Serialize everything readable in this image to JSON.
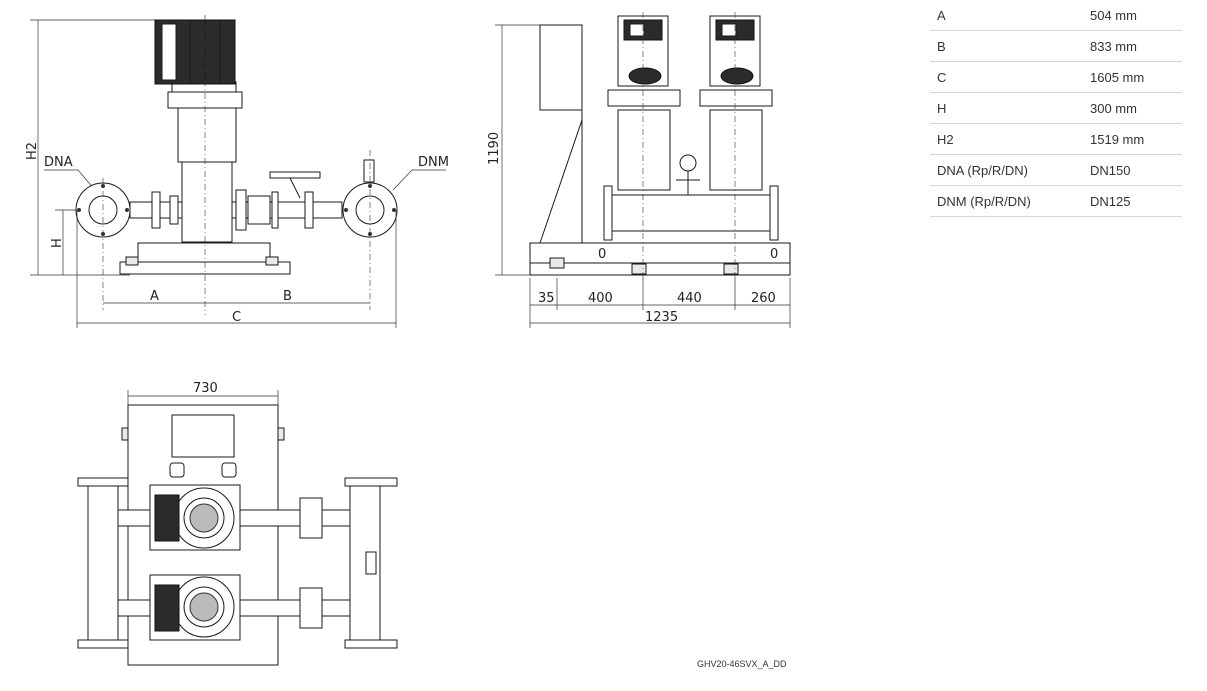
{
  "dimension_table": [
    {
      "label": "A",
      "value": "504 mm"
    },
    {
      "label": "B",
      "value": "833 mm"
    },
    {
      "label": "C",
      "value": "1605 mm"
    },
    {
      "label": "H",
      "value": "300 mm"
    },
    {
      "label": "H2",
      "value": "1519 mm"
    },
    {
      "label": "DNA (Rp/R/DN)",
      "value": "DN150"
    },
    {
      "label": "DNM (Rp/R/DN)",
      "value": "DN125"
    }
  ],
  "front_view": {
    "label_h2": "H2",
    "label_h": "H",
    "label_dna": "DNA",
    "label_dnm": "DNM",
    "label_a": "A",
    "label_b": "B",
    "label_c": "C"
  },
  "side_view": {
    "height": "1190",
    "d1": "35",
    "d2": "400",
    "d3": "440",
    "d4": "260",
    "total": "1235",
    "zero_left": "0",
    "zero_right": "0"
  },
  "top_view": {
    "width": "730"
  },
  "drawing_code": "GHV20-46SVX_A_DD"
}
